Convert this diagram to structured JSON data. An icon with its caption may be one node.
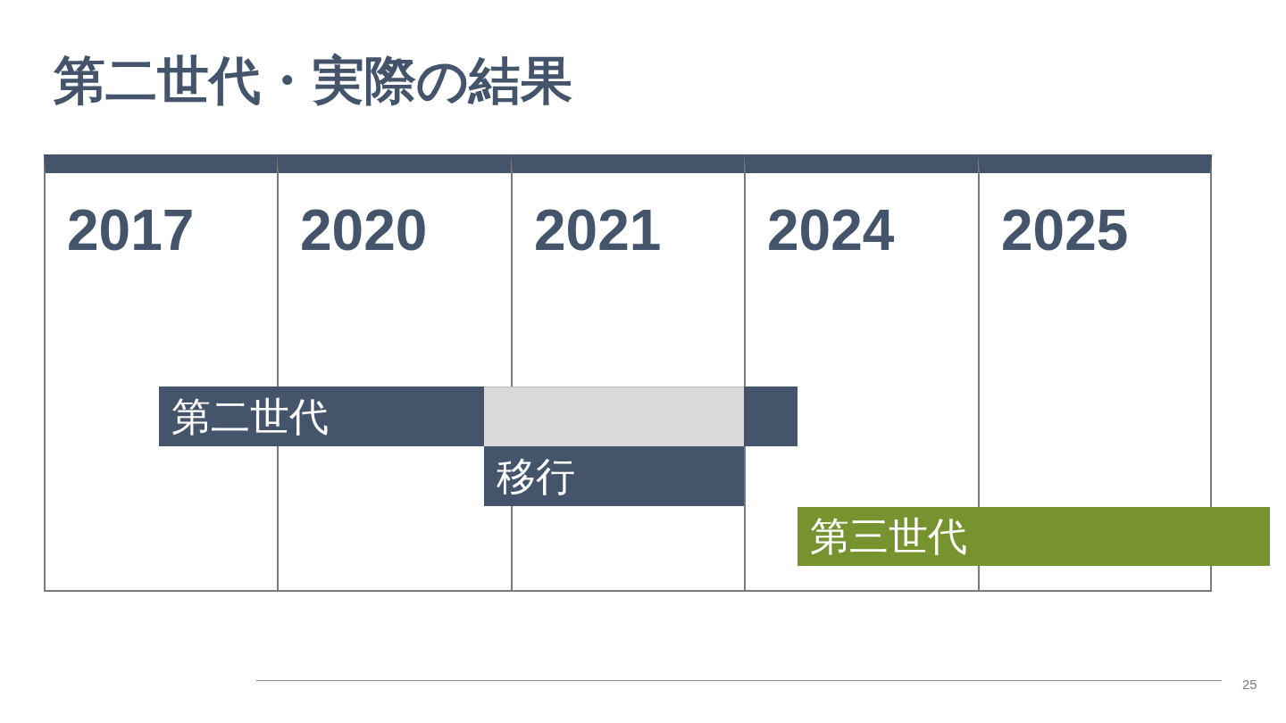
{
  "diagram": {
    "title": "第二世代・実際の結果",
    "nodes": [
      {
        "text": [
          "2017"
        ]
      },
      {
        "text": [
          "2020"
        ]
      },
      {
        "text": [
          "2021"
        ]
      },
      {
        "text": [
          "2024"
        ]
      },
      {
        "text": [
          "2025"
        ]
      },
      {
        "text": [
          "第二世代"
        ]
      },
      {
        "text": [
          "移行"
        ]
      },
      {
        "text": [
          "第三世代"
        ]
      },
      {
        "text": [],
        "shape": "bar",
        "in": 5
      }
    ],
    "labels": [
      "25"
    ]
  }
}
